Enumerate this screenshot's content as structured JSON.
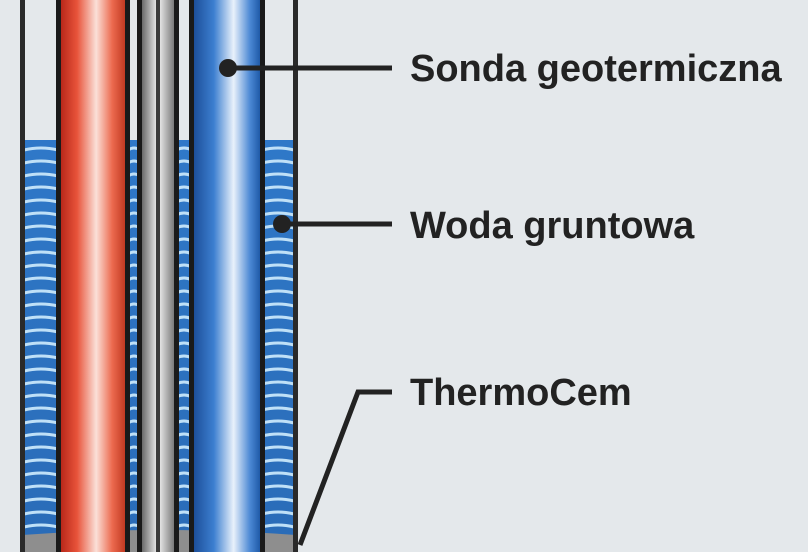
{
  "labels": {
    "probe": "Sonda geotermiczna",
    "groundwater": "Woda gruntowa",
    "grout": "ThermoCem"
  },
  "colors": {
    "background": "#e4e8eb",
    "borehole_wall": "#2a2a2a",
    "warm_pipe": "#e8533a",
    "cold_pipe": "#2f6fc4",
    "water": "#2f78c8",
    "grout": "#8e8e8e",
    "leader_line": "#222222"
  },
  "icons": {
    "leader_marker": "filled-circle"
  }
}
